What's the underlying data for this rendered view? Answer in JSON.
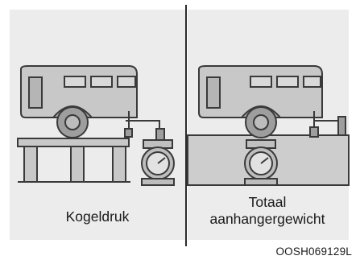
{
  "panels": [
    {
      "id": "left",
      "caption_lines": [
        "Kogeldruk"
      ]
    },
    {
      "id": "right",
      "caption_lines": [
        "Totaal",
        "aanhangergewicht"
      ]
    }
  ],
  "figure_code": "OOSH069129L",
  "colors": {
    "panel_bg": "#ececec",
    "divider": "#2b2b2b",
    "trailer_fill": "#c8c8c8",
    "trailer_stroke": "#3a3a3a",
    "ground_fill": "#cdcdcd"
  }
}
